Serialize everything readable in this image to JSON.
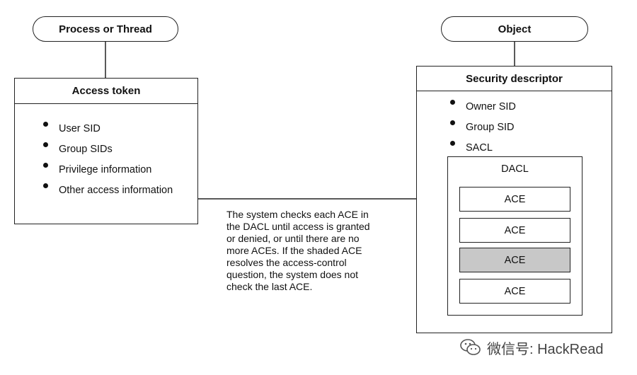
{
  "left": {
    "pill_label": "Process or Thread",
    "token_title": "Access token",
    "token_items": [
      "User SID",
      "Group SIDs",
      "Privilege information",
      "Other access information"
    ]
  },
  "right": {
    "pill_label": "Object",
    "sd_title": "Security descriptor",
    "sd_items": [
      "Owner SID",
      "Group SID",
      "SACL"
    ],
    "dacl_title": "DACL",
    "aces": [
      "ACE",
      "ACE",
      "ACE",
      "ACE"
    ]
  },
  "note": [
    "The system checks each ACE in",
    "the DACL until access is granted",
    "or denied, or until there are no",
    "more ACEs. If the shaded ACE",
    "resolves the access-control",
    "question, the system does not",
    "check the last ACE."
  ],
  "watermark": "微信号: HackRead",
  "colors": {
    "shaded_ace": "#c8c8c8",
    "line": "#222222"
  }
}
